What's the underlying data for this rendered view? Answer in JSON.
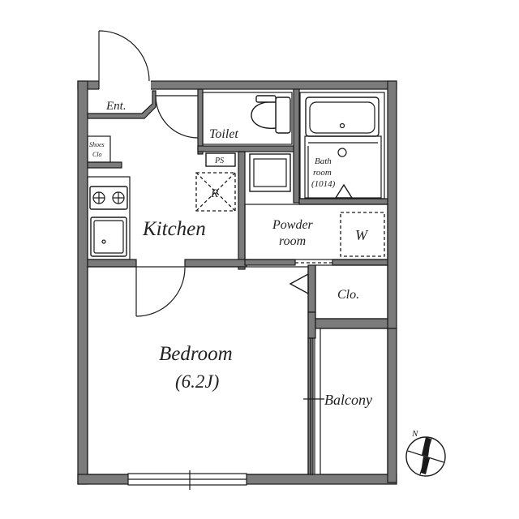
{
  "rooms": {
    "entrance": "Ent.",
    "shoes_closet_line1": "Shoes",
    "shoes_closet_line2": "Clo",
    "toilet": "Toilet",
    "pipe_space": "PS",
    "bath_line1": "Bath",
    "bath_line2": "room",
    "bath_line3": "(1014)",
    "refrigerator": "R",
    "kitchen": "Kitchen",
    "powder_line1": "Powder",
    "powder_line2": "room",
    "washer": "W",
    "closet": "Clo.",
    "bedroom": "Bedroom",
    "bedroom_size": "(6.2J)",
    "balcony": "Balcony"
  },
  "compass": {
    "north_label": "N"
  }
}
